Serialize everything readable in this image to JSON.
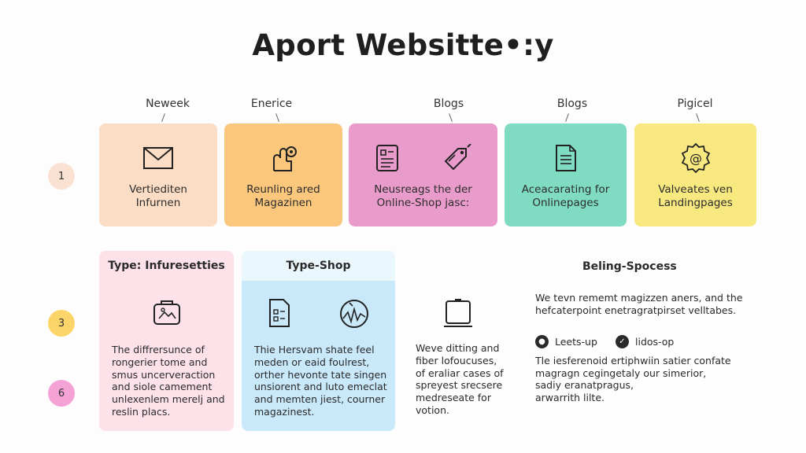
{
  "title": "Aport Websitte•:y",
  "top_labels": [
    "Neweek",
    "Enerice",
    "Blogs",
    "Blogs",
    "Pigicel"
  ],
  "cards": [
    {
      "line1": "Vertiediten",
      "line2": "Infurnen",
      "color": "#fbdcc4",
      "icons": [
        "envelope-icon"
      ]
    },
    {
      "line1": "Reunling ared",
      "line2": "Magazinen",
      "color": "#fbc77d",
      "icons": [
        "puzzle-hand-icon"
      ]
    },
    {
      "line1": "Neusreags the der",
      "line2": "Online-Shop jasc:",
      "color": "#e99ccc",
      "icons": [
        "document-icon",
        "tag-icon"
      ]
    },
    {
      "line1": "Aceacarating for",
      "line2": "Onlinepages",
      "color": "#7fdcc2",
      "icons": [
        "page-icon"
      ]
    },
    {
      "line1": "Valveates ven",
      "line2": "Landingpages",
      "color": "#f8e880",
      "icons": [
        "at-badge-icon"
      ]
    }
  ],
  "steps": [
    "1",
    "3",
    "6"
  ],
  "step_colors": [
    "#fbe1d2",
    "#fbd56a",
    "#f5a2d6"
  ],
  "panels": [
    {
      "heading": "Type: Infuresetties",
      "color": "#fde2ea",
      "head_color": "#fde2ea",
      "lines": [
        "The diffrersunce of",
        "rongerier tome and",
        "smus uncerveraction",
        "and siole camement",
        "unlexenlem merelj and",
        "reslin placs."
      ]
    },
    {
      "heading": "Type-Shop",
      "color": "#c9e9fb",
      "head_color": "#eaf7fd",
      "lines": [
        "Thie Hersvam shate feel",
        "meden or eaid foulrest,",
        "orther hevonte tate singen",
        "unsiorent and luto emeclat",
        "and memten jiest, courner",
        "magazinest."
      ]
    }
  ],
  "middle": {
    "lines": [
      "Weve ditting and",
      "fiber lofoucuses,",
      "of eraliar cases of",
      "spreyest srecsere",
      "medreseate for",
      "votion."
    ]
  },
  "right": {
    "heading": "Beling-Spocess",
    "para1": [
      "We tevn rememt magizzen aners, and the",
      "hefcaterpoint enetragratpirset velltabes."
    ],
    "bullet1": "Leets-up",
    "bullet2": "lidos-op",
    "para2": [
      "Tle iesferenoid ertiphwiin satier confate",
      "magragn cegingetaly our simerior,",
      "sadiy eranatpragus,",
      "arwarrith lilte."
    ]
  }
}
